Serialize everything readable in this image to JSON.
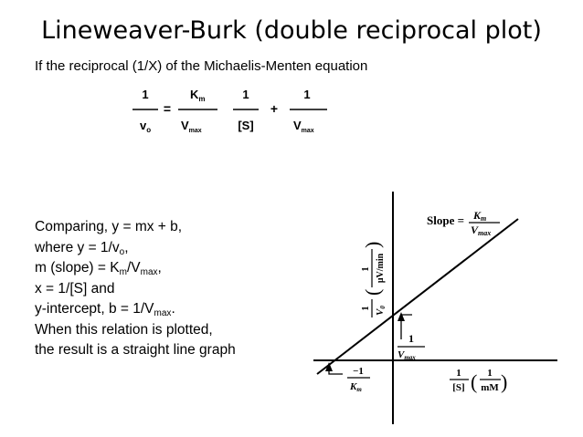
{
  "slide": {
    "title": "Lineweaver-Burk (double reciprocal plot)",
    "intro": "If the reciprocal (1/X) of the Michaelis-Menten equation"
  },
  "equation": {
    "lhs_num": "1",
    "lhs_den": "v",
    "lhs_den_sub": "o",
    "eq_sign": "=",
    "km": "K",
    "km_sub": "m",
    "vmax": "V",
    "vmax_sub": "max",
    "one": "1",
    "s": "[S]",
    "plus": "+",
    "one_b": "1",
    "vmax_b": "V",
    "vmax_b_sub": "max"
  },
  "explanation": {
    "l1": "Comparing,   y = mx  + b,",
    "l2_pre": "where y = 1/v",
    "l2_sub": "o",
    "l2_post": ",",
    "l3_pre": "m (slope) = K",
    "l3_sub1": "m",
    "l3_mid": "/V",
    "l3_sub2": "max",
    "l3_post": ",",
    "l4": "x = 1/[S] and",
    "l5_pre": "y-intercept, b = 1/V",
    "l5_sub": "max",
    "l5_post": ".",
    "l6": "When this relation is plotted,",
    "l7": "the result is a straight line graph"
  },
  "graph": {
    "slope_label": "Slope =",
    "slope_num": "K",
    "slope_num_sub": "m",
    "slope_den": "V",
    "slope_den_sub": "max",
    "yint_num": "1",
    "yint_den": "V",
    "yint_den_sub": "max",
    "xint_num": "−1",
    "xint_den": "K",
    "xint_den_sub": "m",
    "xaxis_num": "1",
    "xaxis_den": "[S]",
    "xaxis_unit_num": "1",
    "xaxis_unit_den": "mM",
    "yaxis_num": "1",
    "yaxis_den": "V",
    "yaxis_den_sub": "0",
    "yaxis_unit_num": "1",
    "yaxis_unit_den": "μV/min"
  }
}
